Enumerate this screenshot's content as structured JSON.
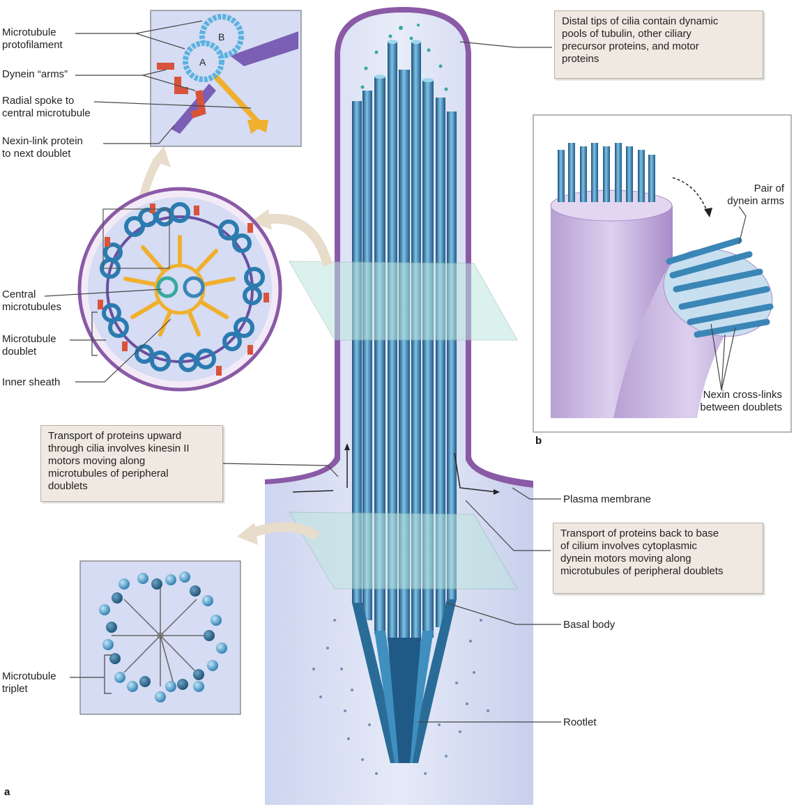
{
  "panel_labels": {
    "a": "a",
    "b": "b"
  },
  "inset_letters": {
    "A": "A",
    "B": "B"
  },
  "labels": {
    "mt_protofilament_1": "Microtubule",
    "mt_protofilament_2": "protofilament",
    "dynein_arms": "Dynein “arms”",
    "radial_spoke_1": "Radial spoke to",
    "radial_spoke_2": "central microtubule",
    "nexin_link_1": "Nexin-link protein",
    "nexin_link_2": "to next doublet",
    "central_mt_1": "Central",
    "central_mt_2": "microtubules",
    "mt_doublet_1": "Microtubule",
    "mt_doublet_2": "doublet",
    "inner_sheath": "Inner sheath",
    "mt_triplet_1": "Microtubule",
    "mt_triplet_2": "triplet",
    "plasma_membrane": "Plasma membrane",
    "basal_body": "Basal body",
    "rootlet": "Rootlet",
    "pair_dynein_1": "Pair of",
    "pair_dynein_2": "dynein arms",
    "nexin_cross_1": "Nexin cross-links",
    "nexin_cross_2": "between doublets"
  },
  "callouts": {
    "distal_tips": [
      "Distal tips of cilia contain dynamic",
      "pools of tubulin, other ciliary",
      "precursor proteins, and motor",
      "proteins"
    ],
    "transport_up": [
      "Transport of proteins upward",
      "through cilia involves kinesin II",
      "motors moving along",
      "microtubules of peripheral",
      "doublets"
    ],
    "transport_down": [
      "Transport of proteins back to base",
      "of cilium involves cytoplasmic",
      "dynein motors moving along",
      "microtubules of peripheral doublets"
    ]
  },
  "colors": {
    "cytoplasm": "#d7dcf2",
    "membrane": "#8a5aa6",
    "microtubule": "#3a86b6",
    "microtubule_dark": "#1f5a86",
    "dynein": "#d9533a",
    "spoke": "#f0b02e",
    "nexin": "#6a4fa0",
    "cross_section_plane": "#bfe6df",
    "callout_bg": "#efe9e1"
  }
}
